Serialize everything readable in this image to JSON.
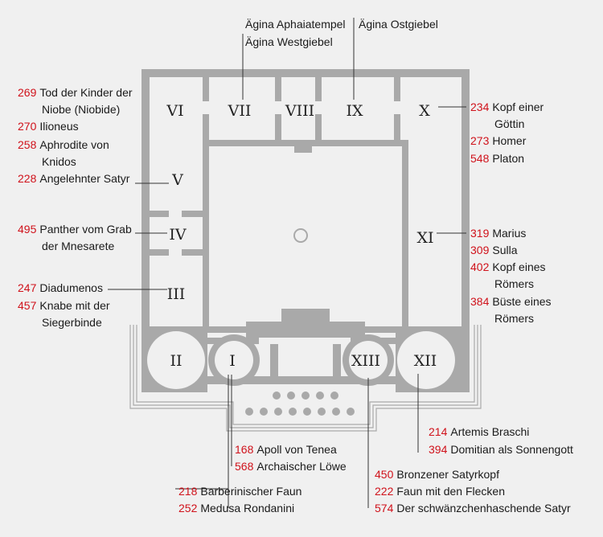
{
  "rooms": {
    "r1": "I",
    "r2": "II",
    "r3": "III",
    "r4": "IV",
    "r5": "V",
    "r6": "VI",
    "r7": "VII",
    "r8": "VIII",
    "r9": "IX",
    "r10": "X",
    "r11": "XI",
    "r12": "XII",
    "r13": "XIII"
  },
  "top_labels": {
    "aegina_aphaia": "Ägina Aphaiatempel",
    "aegina_west": "Ägina Westgiebel",
    "aegina_ost": "Ägina Ostgiebel"
  },
  "exhibits": {
    "e269": {
      "num": "269",
      "line1": "Tod der Kinder der",
      "line2": "Niobe (Niobide)"
    },
    "e270": {
      "num": "270",
      "line1": "Ilioneus"
    },
    "e258": {
      "num": "258",
      "line1": "Aphrodite von",
      "line2": "Knidos"
    },
    "e228": {
      "num": "228",
      "line1": "Angelehnter Satyr"
    },
    "e495": {
      "num": "495",
      "line1": "Panther vom Grab",
      "line2": "der Mnesarete"
    },
    "e247": {
      "num": "247",
      "line1": "Diadumenos"
    },
    "e457": {
      "num": "457",
      "line1": "Knabe mit der",
      "line2": "Siegerbinde"
    },
    "e234": {
      "num": "234",
      "line1": "Kopf einer",
      "line2": "Göttin"
    },
    "e273": {
      "num": "273",
      "line1": "Homer"
    },
    "e548": {
      "num": "548",
      "line1": "Platon"
    },
    "e319": {
      "num": "319",
      "line1": "Marius"
    },
    "e309": {
      "num": "309",
      "line1": "Sulla"
    },
    "e402": {
      "num": "402",
      "line1": "Kopf eines",
      "line2": "Römers"
    },
    "e384": {
      "num": "384",
      "line1": "Büste eines",
      "line2": "Römers"
    },
    "e214": {
      "num": "214",
      "line1": "Artemis Braschi"
    },
    "e394": {
      "num": "394",
      "line1": "Domitian als Sonnengott"
    },
    "e168": {
      "num": "168",
      "line1": "Apoll von Tenea"
    },
    "e568": {
      "num": "568",
      "line1": "Archaischer Löwe"
    },
    "e450": {
      "num": "450",
      "line1": "Bronzener Satyrkopf"
    },
    "e222": {
      "num": "222",
      "line1": "Faun mit den Flecken"
    },
    "e574": {
      "num": "574",
      "line1": "Der schwänzchenhaschende Satyr"
    },
    "e218": {
      "num": "218",
      "line1": "Barberinischer Faun"
    },
    "e252": {
      "num": "252",
      "line1": "Medusa Rondanini"
    }
  },
  "colors": {
    "wall": "#a9a9a9",
    "number": "#d0121b",
    "text": "#1a1a1a",
    "background": "#f0f0f0"
  }
}
